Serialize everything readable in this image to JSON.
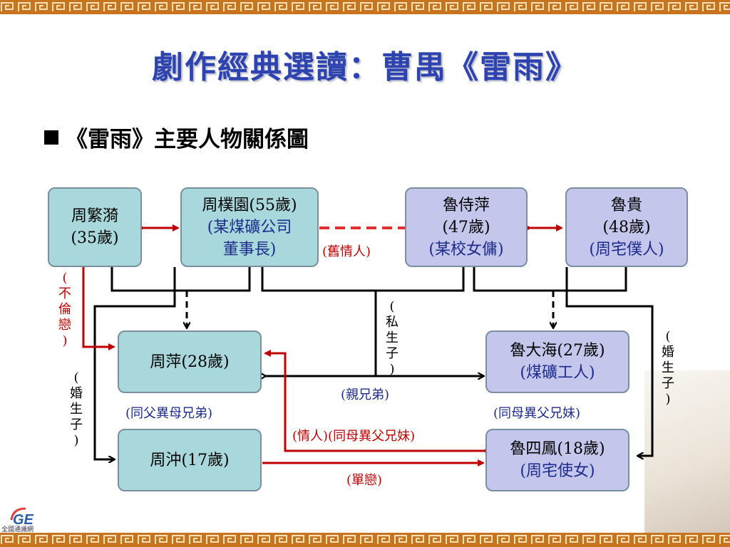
{
  "title": "劇作經典選讀：曹禺《雷雨》",
  "subtitle": "《雷雨》主要人物關係圖",
  "colors": {
    "title": "#2c43b0",
    "zhou_box": "#a8d8dc",
    "lu_box": "#c4c6ec",
    "red_line": "#c00000",
    "border": "#c8741e"
  },
  "nodes": {
    "zhou_fanyi": {
      "line1": "周繁漪",
      "line2": "(35歲)"
    },
    "zhou_puyuan": {
      "line1": "周樸園(55歲)",
      "line2": "(某煤礦公司",
      "line3": "董事長)"
    },
    "lu_shiping": {
      "line1": "魯侍萍",
      "line2": "(47歲)",
      "line3": "(某校女傭)"
    },
    "lu_gui": {
      "line1": "魯貴",
      "line2": "(48歲)",
      "line3": "(周宅僕人)"
    },
    "zhou_ping": {
      "line1": "周萍(28歲)"
    },
    "lu_dahai": {
      "line1": "魯大海(27歲)",
      "line2": "(煤礦工人)"
    },
    "zhou_chong": {
      "line1": "周沖(17歲)"
    },
    "lu_sifeng": {
      "line1": "魯四鳳(18歲)",
      "line2": "(周宅使女)"
    }
  },
  "labels": {
    "old_lover": "(舊情人)",
    "incest": [
      "(",
      "不",
      "倫",
      "戀",
      ")"
    ],
    "illegitimate": [
      "(",
      "私",
      "生",
      "子",
      ")"
    ],
    "marital_left": [
      "(",
      "婚",
      "生",
      "子",
      ")"
    ],
    "marital_right": [
      "(",
      "婚",
      "生",
      "子",
      ")"
    ],
    "half_brothers_father": "(同父異母兄弟)",
    "brothers": "(親兄弟)",
    "half_siblings_mother": "(同母異父兄妹)",
    "lovers": "(情人)(同母異父兄妹)",
    "one_sided_love": "(單戀)"
  },
  "logo": {
    "mark": "GE",
    "text": "全國通識網"
  }
}
